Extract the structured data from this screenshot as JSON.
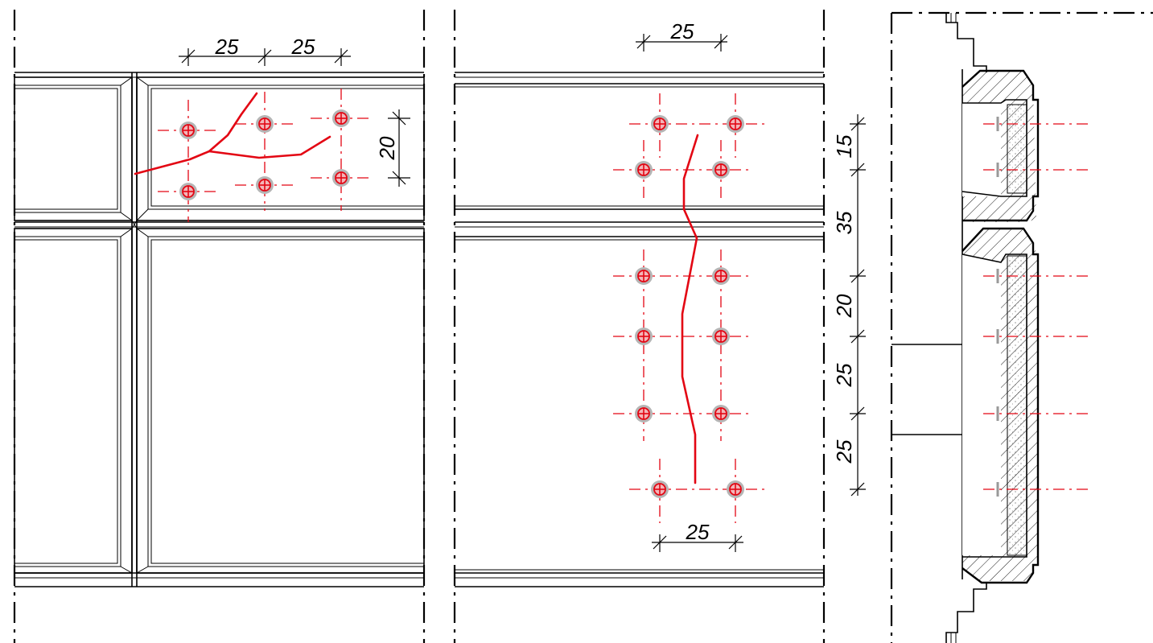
{
  "colors": {
    "line": "#000000",
    "anchor_marker": "#e30613",
    "anchor_halo": "#b5b5b5",
    "crack": "#e30613",
    "section_fill": "#f2f2f2"
  },
  "dimensions": {
    "panel_a_top_left": "25",
    "panel_a_top_right": "25",
    "panel_a_side": "20",
    "panel_b_top": "25",
    "panel_b_bottom": "25",
    "vertical_1": "15",
    "vertical_2": "35",
    "vertical_3": "20",
    "vertical_4": "25",
    "vertical_5": "25"
  },
  "icons": {
    "anchor": "anchor-point-icon",
    "crack": "crack-line-icon"
  }
}
